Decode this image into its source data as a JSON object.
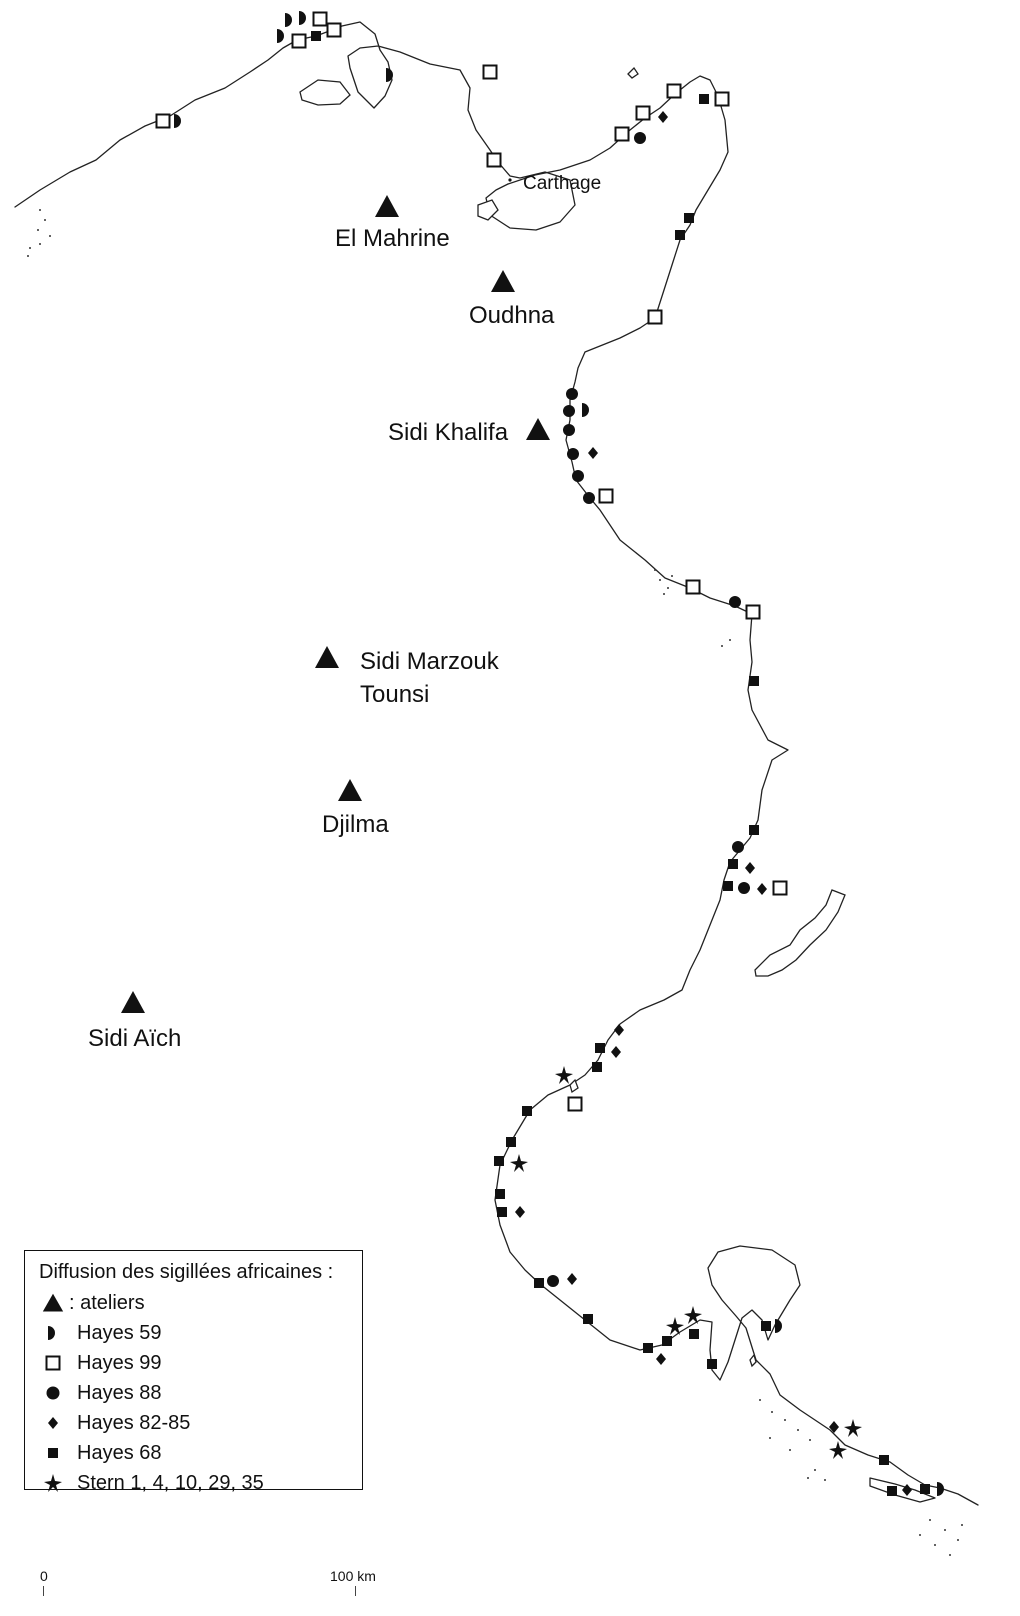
{
  "map": {
    "places": {
      "carthage": "Carthage",
      "el_mahrine": "El Mahrine",
      "oudhna": "Oudhna",
      "sidi_khalifa": "Sidi Khalifa",
      "sidi_marzouk": "Sidi Marzouk",
      "tounsi": "Tounsi",
      "djilma": "Djilma",
      "sidi_aich": "Sidi Aïch"
    }
  },
  "legend": {
    "title": "Diffusion des sigillées africaines :",
    "items": [
      {
        "symbol": "triangle-icon",
        "label": ": ateliers"
      },
      {
        "symbol": "half-circle-icon",
        "label": "Hayes 59"
      },
      {
        "symbol": "open-square-icon",
        "label": "Hayes 99"
      },
      {
        "symbol": "circle-icon",
        "label": "Hayes 88"
      },
      {
        "symbol": "diamond-icon",
        "label": "Hayes 82-85"
      },
      {
        "symbol": "square-icon",
        "label": "Hayes 68"
      },
      {
        "symbol": "star-icon",
        "label": "Stern 1, 4, 10, 29, 35"
      }
    ]
  },
  "scale": {
    "start": "0",
    "end": "100 km"
  }
}
